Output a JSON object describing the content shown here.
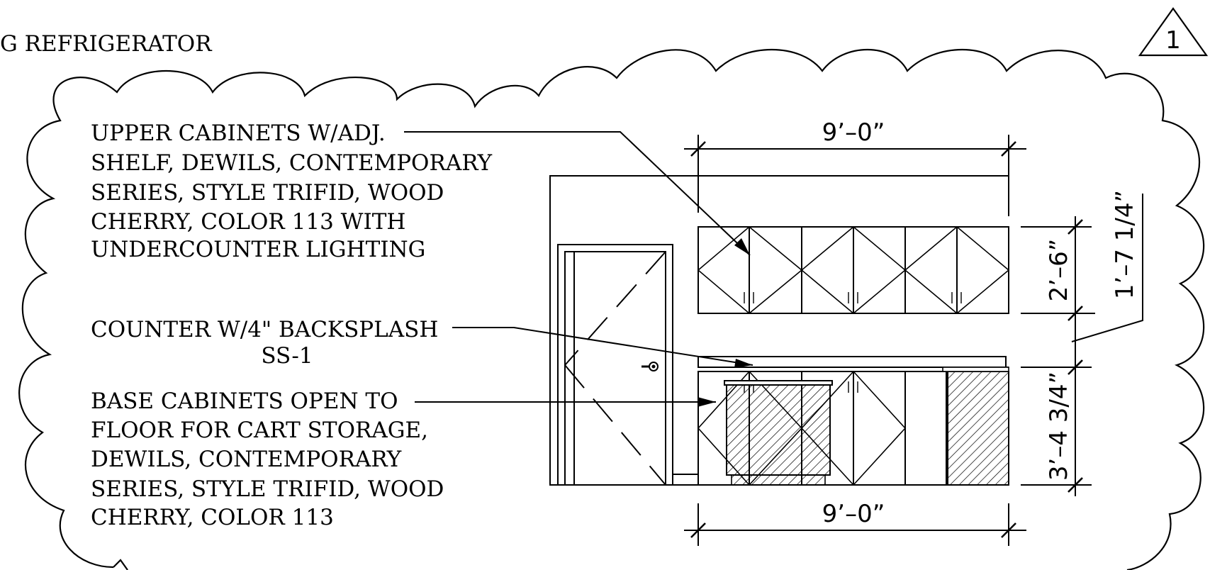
{
  "header": {
    "partial_title": "G REFRIGERATOR",
    "revision_number": "1"
  },
  "callouts": {
    "upper_cabinets": [
      "UPPER CABINETS W/ADJ.",
      "SHELF, DEWILS, CONTEMPORARY",
      "SERIES, STYLE TRIFID, WOOD",
      "CHERRY, COLOR 113 WITH",
      "UNDERCOUNTER LIGHTING"
    ],
    "counter": [
      "COUNTER W/4\" BACKSPLASH",
      "SS-1"
    ],
    "base_cabinets": [
      "BASE CABINETS OPEN TO",
      "FLOOR FOR CART STORAGE,",
      "DEWILS, CONTEMPORARY",
      "SERIES, STYLE TRIFID, WOOD",
      "CHERRY, COLOR 113"
    ]
  },
  "dimensions": {
    "top_width": "9’–0”",
    "bottom_width": "9’–0”",
    "upper_height": "2’–6”",
    "upper_offset": "1’–7 1/4”",
    "base_height": "3’–4 3/4”"
  }
}
